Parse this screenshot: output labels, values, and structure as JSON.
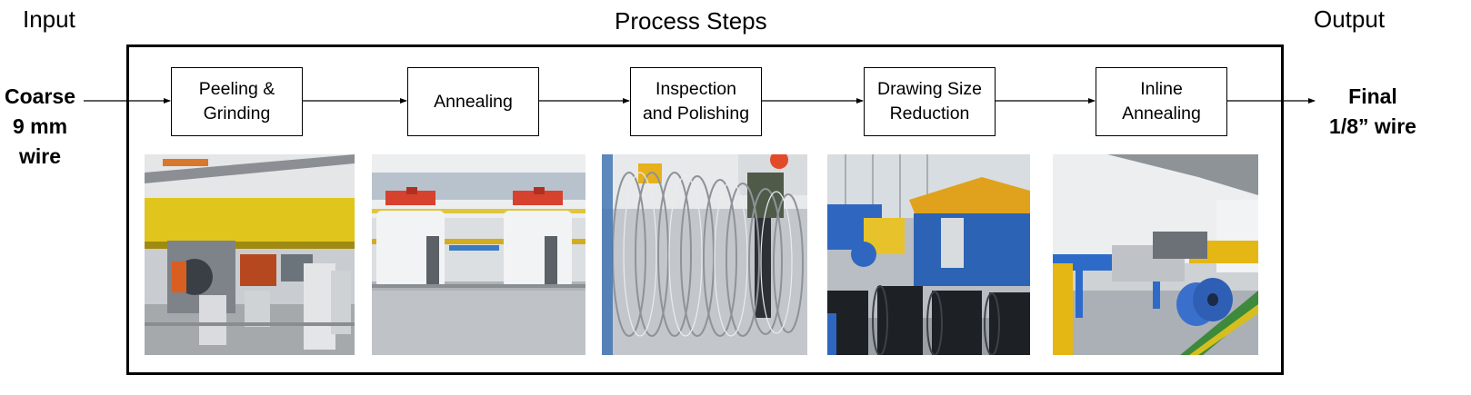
{
  "headers": {
    "input": "Input",
    "process": "Process Steps",
    "output": "Output"
  },
  "input_material": {
    "line1": "Coarse",
    "line2": "9 mm",
    "line3": "wire"
  },
  "output_material": {
    "line1": "Final",
    "line2": "1/8” wire"
  },
  "steps": [
    {
      "line1": "Peeling &",
      "line2": "Grinding"
    },
    {
      "line1": "Annealing",
      "line2": ""
    },
    {
      "line1": "Inspection",
      "line2": "and Polishing"
    },
    {
      "line1": "Drawing Size",
      "line2": "Reduction"
    },
    {
      "line1": "Inline",
      "line2": "Annealing"
    }
  ],
  "photos": [
    {
      "subject": "peeling-grinding-line-photo"
    },
    {
      "subject": "annealing-furnaces-photo"
    },
    {
      "subject": "wire-coil-inspection-photo"
    },
    {
      "subject": "wire-drawing-machines-photo"
    },
    {
      "subject": "inline-annealing-line-photo"
    }
  ]
}
